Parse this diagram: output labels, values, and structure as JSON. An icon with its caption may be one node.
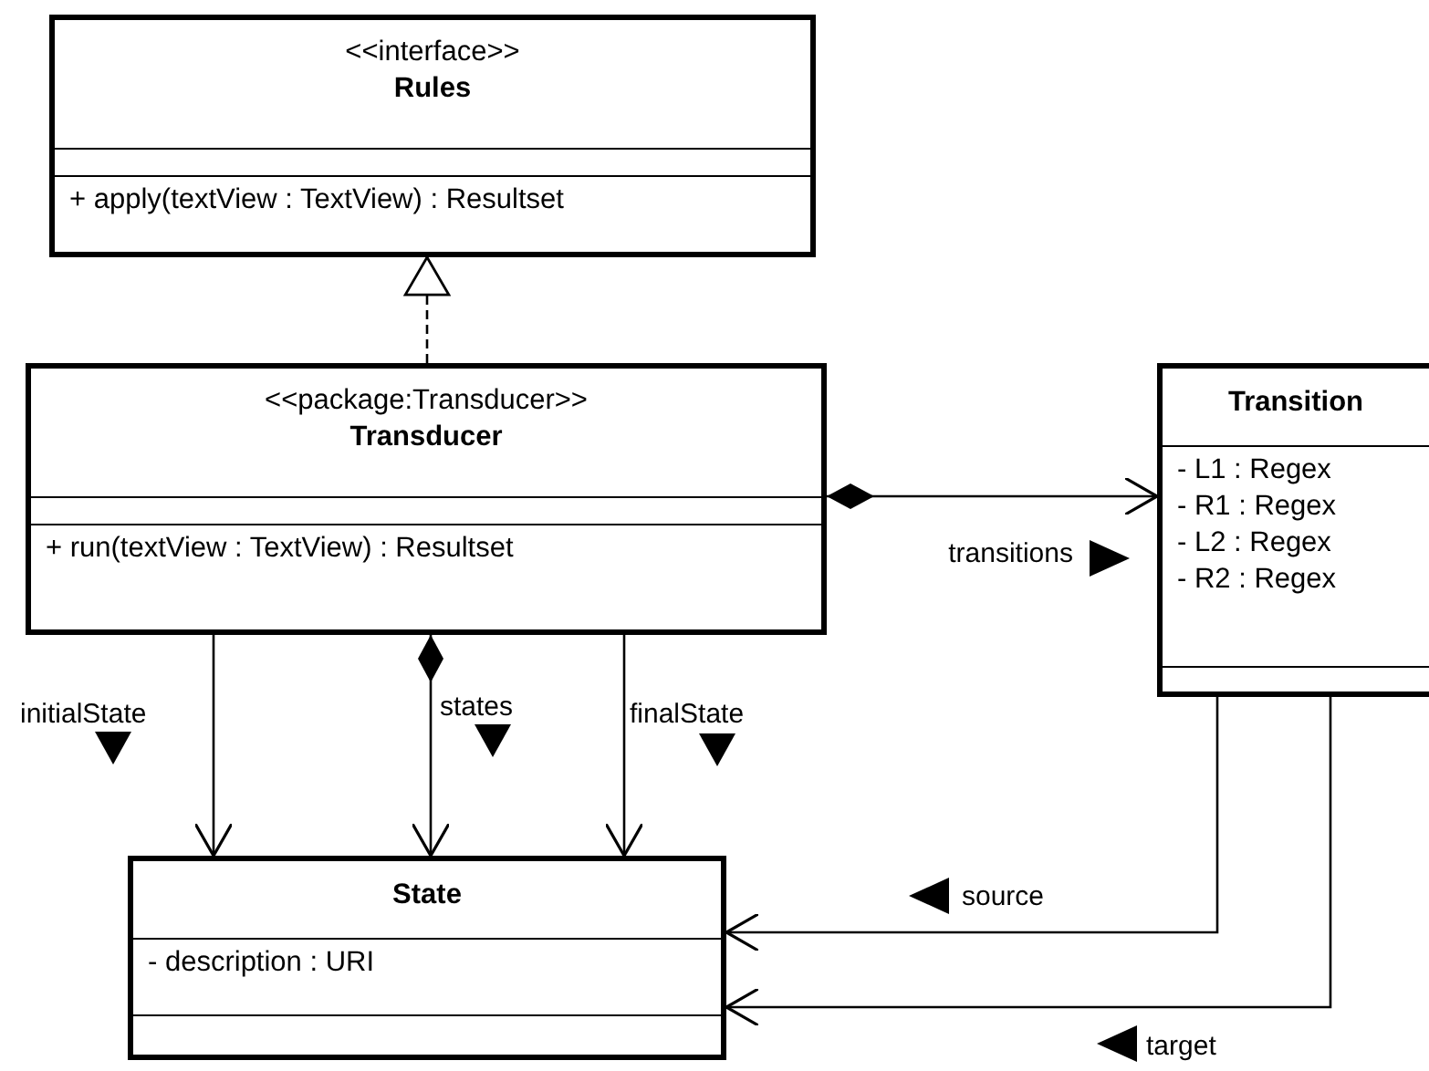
{
  "diagram": {
    "nodes": [
      {
        "text": [
          "<<interface>>",
          "Rules",
          "+ apply(textView : TextView) : Resultset"
        ]
      },
      {
        "text": [
          "<<package:Transducer>>",
          "Transducer",
          "+ run(textView : TextView) : Resultset"
        ]
      },
      {
        "text": [
          "Transition",
          "- L1 : Regex",
          "- R1 : Regex",
          "- L2 : Regex",
          "- R2 : Regex"
        ]
      },
      {
        "text": [
          "State",
          "- description : URI"
        ]
      }
    ],
    "edges": [
      {
        "from": 1,
        "to": 0,
        "arrow": "to",
        "style": "dashed"
      },
      {
        "from": 1,
        "to": 2,
        "arrow": "to",
        "label": "transitions"
      },
      {
        "from": 1,
        "to": 3,
        "arrow": "to",
        "label": "initialState"
      },
      {
        "from": 1,
        "to": 3,
        "arrow": "to",
        "label": "states"
      },
      {
        "from": 1,
        "to": 3,
        "arrow": "to",
        "label": "finalState"
      },
      {
        "from": 2,
        "to": 3,
        "arrow": "to",
        "label": "source"
      },
      {
        "from": 2,
        "to": 3,
        "arrow": "to",
        "label": "target"
      }
    ]
  }
}
